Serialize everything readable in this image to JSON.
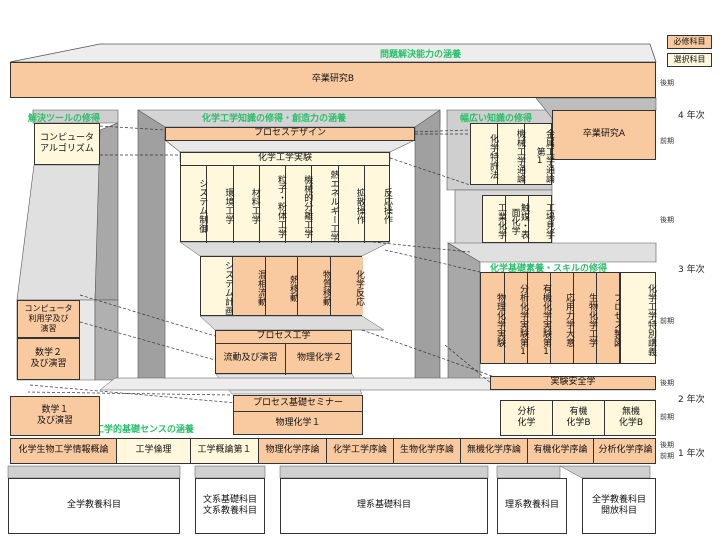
{
  "legend": {
    "required": "必修科目",
    "elective": "選択科目"
  },
  "headers": {
    "problem_solving": "問題解決能力の涵養",
    "tools": "解決ツールの修得",
    "chem_knowledge": "化学工学知識の修得・創造力の涵養",
    "broad_knowledge": "幅広い知識の修得",
    "fundamentals": "化学基礎素養・スキルの修得",
    "engineering_sense": "工学的基礎センスの涵養"
  },
  "years": {
    "y4": "4 年次",
    "y3": "3 年次",
    "y2": "2 年次",
    "y1": "1 年次"
  },
  "terms": {
    "late": "後期",
    "early": "前期"
  },
  "courses": {
    "graduation_b": "卒業研究B",
    "graduation_a": "卒業研究A",
    "computer_algorithm": "コンピュータ\nアルゴリズム",
    "process_design": "プロセスデザイン",
    "chem_eng_experiment": "化学工学実験",
    "exp_items": [
      "システム制御",
      "環境工学",
      "材料工学",
      "粒子・粉体工学",
      "機械的分離工学",
      "熱エネルギー工学",
      "拡散操作",
      "反応操作"
    ],
    "broad_top": [
      "化学特許法",
      "機械工学通論",
      "金属工学通論第1"
    ],
    "broad_mid": [
      "工業化学",
      "触媒・表面化学",
      "工場見学"
    ],
    "third_year": [
      "システム計画",
      "混相流動",
      "熱移動",
      "物質移動",
      "化学反応"
    ],
    "fund_items": [
      "物理化学実験",
      "分析化学実験第1",
      "有機化学実験第1",
      "応用力学大意",
      "生物化学工学",
      "プロセス製図"
    ],
    "special_lecture": "化学工学特別講義",
    "computer_practice": "コンピュータ\n利用学及び\n演習",
    "math2": "数学２\n及び演習",
    "process_eng": "プロセス工学",
    "flow_practice": "流動及び演習",
    "phys_chem2": "物理化学２",
    "lab_safety": "実験安全学",
    "math1": "数学１\n及び演習",
    "process_seminar": "プロセス基礎セミナー",
    "phys_chem1": "物理化学１",
    "analytical_chem": "分析\n化学",
    "organic_b": "有機\n化学B",
    "inorganic_b": "無機\n化学B",
    "first_year": [
      "化学生物工学情報概論",
      "工学倫理",
      "工学概論第１",
      "物理化学序論",
      "化学工学序論",
      "生物化学序論",
      "無機化学序論",
      "有機化学序論",
      "分析化学序論"
    ],
    "general_edu": "全学教養科目",
    "liberal_basic": "文系基礎科目\n文系教養科目",
    "science_basic": "理系基礎科目",
    "science_edu": "理系教養科目",
    "open_courses": "全学教養科目\n開放科目"
  }
}
